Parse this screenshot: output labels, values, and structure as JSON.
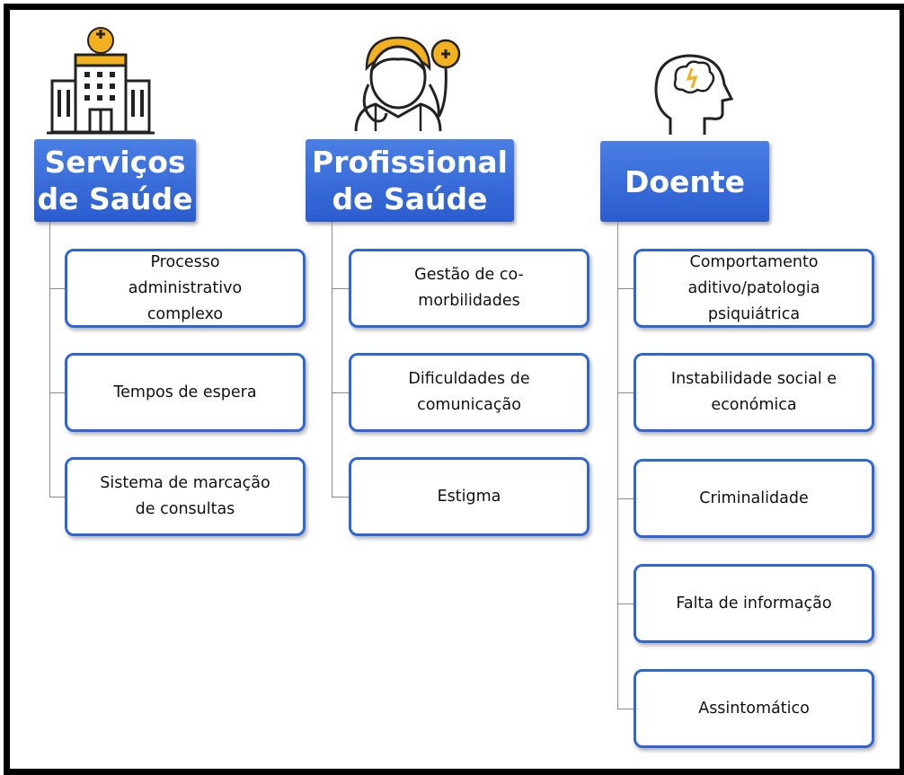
{
  "colors": {
    "header_blue": "#2f66d6",
    "card_border": "#2f66d6",
    "icon_orange": "#f2b21f",
    "frame": "#000000"
  },
  "columns": [
    {
      "icon": "hospital-icon",
      "title": "Serviços\nde Saúde",
      "items": [
        "Processo\nadministrativo\ncomplexo",
        "Tempos de espera",
        "Sistema de marcação\nde consultas"
      ]
    },
    {
      "icon": "doctor-icon",
      "title": "Profissional\nde Saúde",
      "items": [
        "Gestão de co-\nmorbilidades",
        "Dificuldades de\ncomunicação",
        "Estigma"
      ]
    },
    {
      "icon": "brain-head-icon",
      "title": "Doente",
      "items": [
        "Comportamento\naditivo/patologia\npsiquiátrica",
        "Instabilidade social e\neconómica",
        "Criminalidade",
        "Falta de informação",
        "Assintomático"
      ]
    }
  ]
}
